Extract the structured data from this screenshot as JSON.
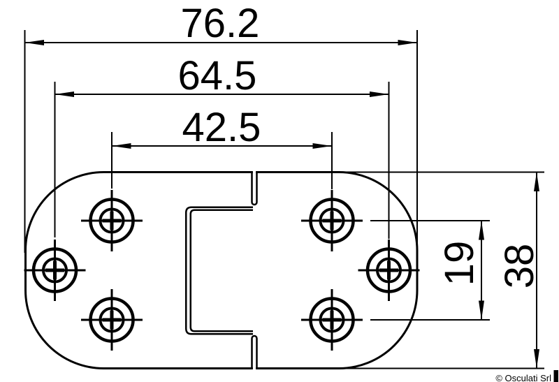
{
  "drawing": {
    "kind": "technical-dimension-drawing",
    "subject": "flush hinge, plan view with six countersunk screw holes",
    "dimensions": {
      "overall_width": "76.2",
      "outer_hole_span": "64.5",
      "inner_hole_span": "42.5",
      "hole_rows_span": "19",
      "overall_height": "38"
    },
    "watermark": "© Osculati Srl",
    "colors": {
      "line": "#000000",
      "background": "#ffffff"
    }
  }
}
